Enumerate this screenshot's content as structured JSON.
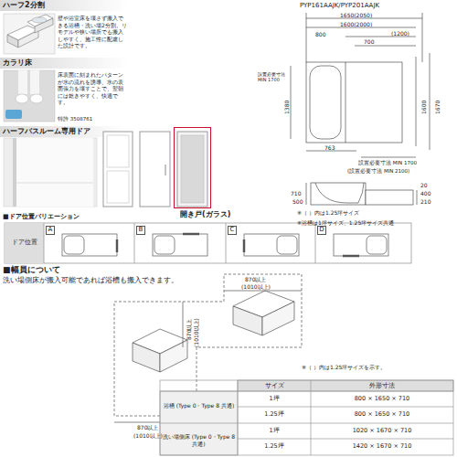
{
  "diagram": {
    "nodes": [
      {
        "text": [
          "ドア位置"
        ]
      },
      {
        "text": [
          "A"
        ]
      },
      {
        "text": [
          "B"
        ]
      },
      {
        "text": [
          "C"
        ]
      },
      {
        "text": [
          "D"
        ]
      },
      {
        "text": [
          "開き戸(ガラス)"
        ]
      }
    ],
    "labels": [
      "ハーフ2分割",
      "壁や浴室床を壊さず搬入できる浴槽・洗い場2分割。リモデルや狭い場所でも搬入しやすく、施工性に配慮した設計です。",
      "カラリ床",
      "床表面に刻まれたパターンが水の流れを誘導、水の表面張力を壊すことで、翌朝には乾きやすく、快適です。",
      "特許 3508761",
      "ハーフバスルーム専用ドア",
      "■ドア位置バリエーション",
      "■幅員について",
      "洗い場側床が搬入可能であれば浴槽も搬入できます。",
      "PYP161AAJK/PYP201AAJK",
      "1650(2050)",
      "1600(2000)",
      "800",
      "700",
      "(1200)",
      "1380",
      "設置必要寸法 MIN 1700",
      "1670",
      "1600",
      "763",
      "設置必要寸法 MIN 1700",
      "(設置必要寸法 MIN 2100)",
      "710",
      "500",
      "20",
      "400",
      "210",
      "※（ ）内は1.25坪サイズ",
      "※浴槽は1坪サイズ、1.25坪サイズ共通",
      "870以上",
      "(1010以上)",
      "870以上",
      "(1010以上)",
      "870以上",
      "(1010以上)",
      "※（ ）内は1.25坪サイズを示す。",
      "サイズ",
      "外形寸法",
      "浴槽 (Type 0・Type 8 共通)",
      "1坪",
      "800 × 1650 × 710",
      "1.25坪",
      "800 × 1650 × 710",
      "洗い場側床 (Type 0・Type 8 共通)",
      "1坪",
      "1020 × 1670 × 710",
      "1.25坪",
      "1420 × 1670 × 710"
    ]
  }
}
